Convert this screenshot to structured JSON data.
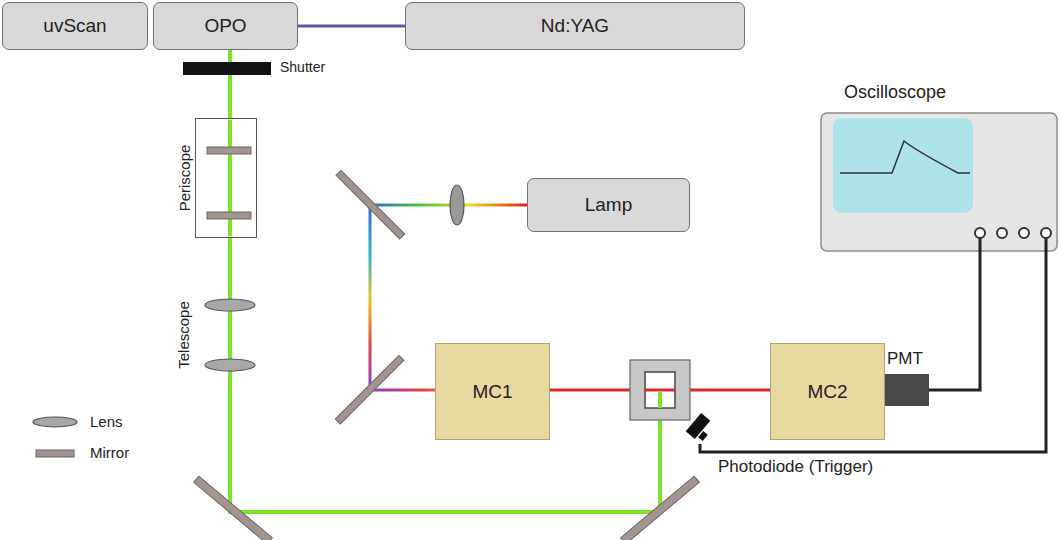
{
  "diagram": {
    "nodes": [
      {
        "text": [
          "uvScan"
        ]
      },
      {
        "text": [
          "OPO"
        ]
      },
      {
        "text": [
          "Nd:YAG"
        ]
      },
      {
        "text": [
          "Shutter"
        ]
      },
      {
        "text": [
          "Periscope"
        ]
      },
      {
        "text": [
          "Lamp"
        ]
      },
      {
        "text": [
          "MC1"
        ]
      },
      {
        "text": [
          "MC2"
        ]
      },
      {
        "text": [
          "PMT"
        ]
      },
      {
        "text": [
          "Oscilloscope"
        ]
      },
      {
        "text": [
          "Photodiode (Trigger)"
        ]
      }
    ],
    "edges": [
      {
        "from": 1,
        "to": 2,
        "arrow": "none"
      },
      {
        "from": 1,
        "to": 3,
        "arrow": "none"
      },
      {
        "from": 3,
        "to": 4,
        "arrow": "none"
      },
      {
        "from": 5,
        "to": 6,
        "arrow": "none"
      },
      {
        "from": 6,
        "to": 7,
        "arrow": "none"
      },
      {
        "from": 8,
        "to": 9,
        "arrow": "none"
      },
      {
        "from": 10,
        "to": 9,
        "arrow": "none"
      }
    ],
    "labels": [
      "Telescope"
    ],
    "legend": [
      {
        "text": "Lens"
      },
      {
        "text": "Mirror"
      }
    ]
  }
}
